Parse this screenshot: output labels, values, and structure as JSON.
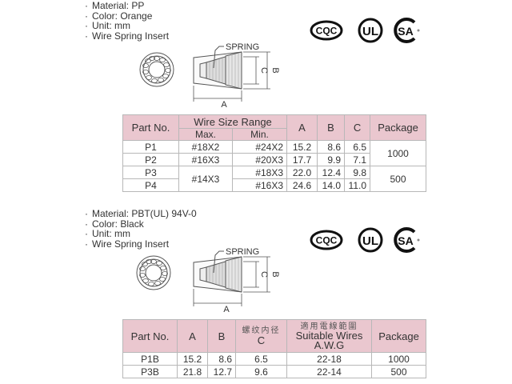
{
  "product_1": {
    "specs": [
      "Material: PP",
      "Color: Orange",
      "Unit: mm",
      "Wire Spring Insert"
    ],
    "certifications": [
      "CQC",
      "UL",
      "CSA"
    ],
    "drawing": {
      "callout": "SPRING",
      "dim_a": "A",
      "dim_b": "B",
      "dim_c": "C"
    },
    "table": {
      "headers": {
        "part_no": "Part No.",
        "wire_size_range": "Wire Size Range",
        "max": "Max.",
        "min": "Min.",
        "a": "A",
        "b": "B",
        "c": "C",
        "package": "Package"
      },
      "rows": [
        {
          "part_no": "P1",
          "max": "#18X2",
          "min": "#24X2",
          "a": "15.2",
          "b": "8.6",
          "c": "6.5"
        },
        {
          "part_no": "P2",
          "max": "#16X3",
          "min": "#20X3",
          "a": "17.7",
          "b": "9.9",
          "c": "7.1"
        },
        {
          "part_no": "P3",
          "max": "#14X3",
          "min": "#18X3",
          "a": "22.0",
          "b": "12.4",
          "c": "9.8"
        },
        {
          "part_no": "P4",
          "max": "#14X3",
          "min": "#16X3",
          "a": "24.6",
          "b": "14.0",
          "c": "11.0"
        }
      ],
      "package_groups": [
        {
          "rows": "P1-P2",
          "value": "1000"
        },
        {
          "rows": "P3-P4",
          "value": "500"
        }
      ],
      "merged_max_p3_p4": "#14X3"
    }
  },
  "product_2": {
    "specs": [
      "Material: PBT(UL) 94V-0",
      "Color: Black",
      "Unit: mm",
      "Wire Spring Insert"
    ],
    "certifications": [
      "CQC",
      "UL",
      "CSA"
    ],
    "drawing": {
      "callout": "SPRING",
      "dim_a": "A",
      "dim_b": "B",
      "dim_c": "C"
    },
    "table": {
      "headers": {
        "part_no": "Part No.",
        "a": "A",
        "b": "B",
        "c_cn": "螺纹内径",
        "c": "C",
        "wires_cn": "適用電線範圍",
        "wires_en": "Suitable Wires",
        "awg": "A.W.G",
        "package": "Package"
      },
      "rows": [
        {
          "part_no": "P1B",
          "a": "15.2",
          "b": "8.6",
          "c": "6.5",
          "awg": "22-18",
          "package": "1000"
        },
        {
          "part_no": "P3B",
          "a": "21.8",
          "b": "12.7",
          "c": "9.6",
          "awg": "22-14",
          "package": "500"
        }
      ]
    }
  },
  "colors": {
    "header_bg": "#eac7cf",
    "border": "#b8b8b8",
    "text": "#333333"
  }
}
